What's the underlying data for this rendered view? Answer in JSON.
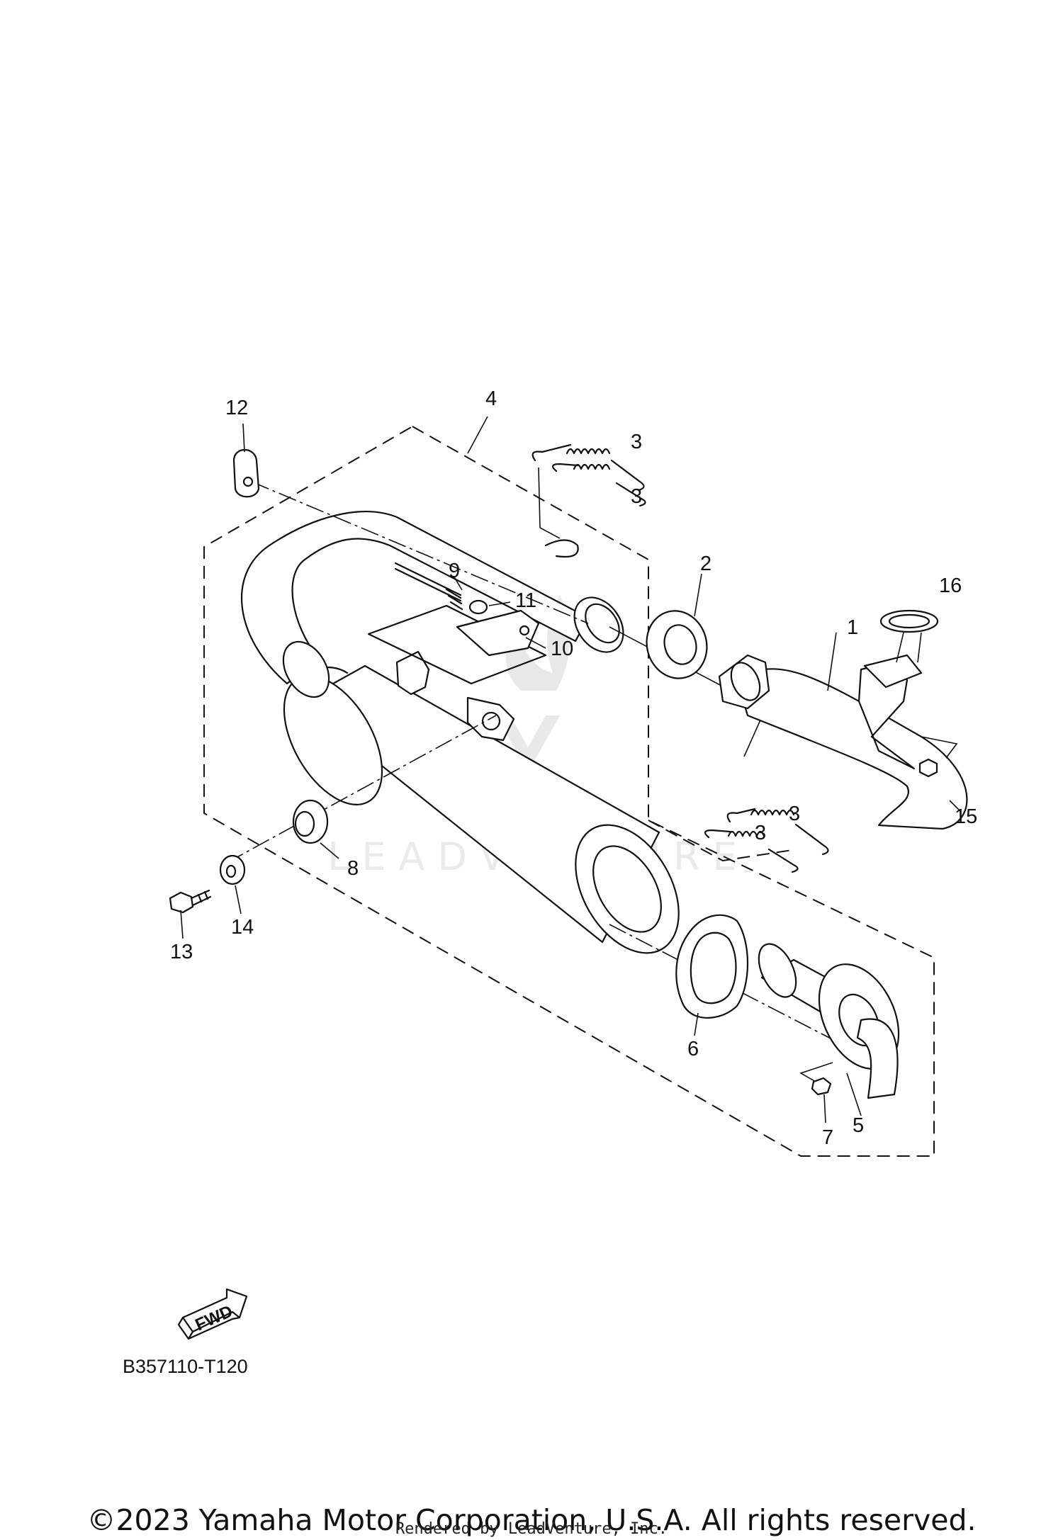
{
  "diagram": {
    "callouts": [
      "1",
      "2",
      "3",
      "3",
      "3",
      "3",
      "4",
      "5",
      "6",
      "7",
      "8",
      "9",
      "10",
      "11",
      "12",
      "13",
      "14",
      "15",
      "16"
    ],
    "fwd_label": "FWD",
    "diagram_code": "B357110-T120",
    "watermark": "LEADVENTURE"
  },
  "footer": {
    "copyright": "©2023 Yamaha Motor Corporation, U.S.A. All rights reserved.",
    "rendered_by": "Rendered by LeadVenture, Inc."
  }
}
